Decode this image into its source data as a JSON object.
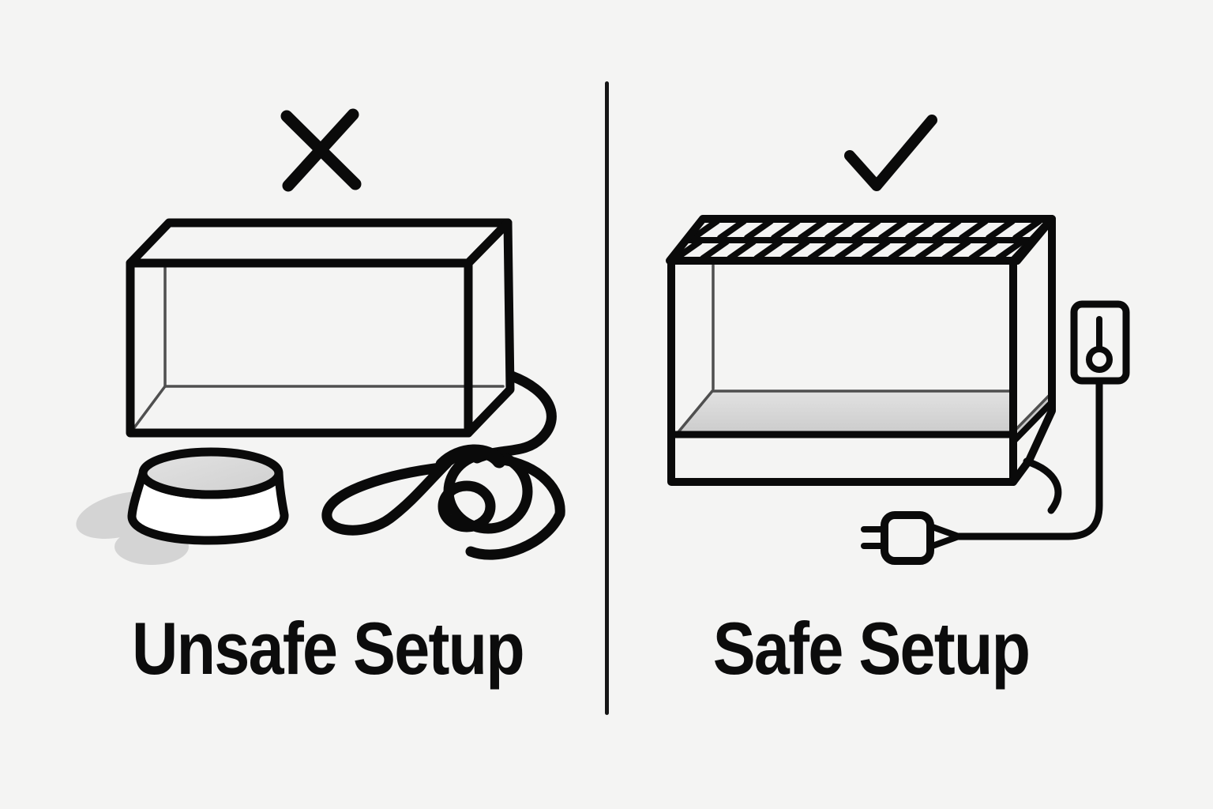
{
  "page": {
    "background_color": "#f4f4f3",
    "line_color": "#0a0a0a",
    "text_color": "#0c0c0c",
    "substrate_gray": "#d6d6d6",
    "shadow_gray": "#d4d4d4"
  },
  "panels": {
    "unsafe": {
      "label": "Unsafe Setup",
      "mark_icon": "x-icon",
      "illustration_parts": [
        "open-tank",
        "water-bowl",
        "tangled-cord",
        "bowl-shadow"
      ]
    },
    "safe": {
      "label": "Safe Setup",
      "mark_icon": "check-icon",
      "illustration_parts": [
        "tank-with-mesh-lid",
        "substrate",
        "thermostat",
        "plug",
        "tidy-cord"
      ]
    }
  }
}
